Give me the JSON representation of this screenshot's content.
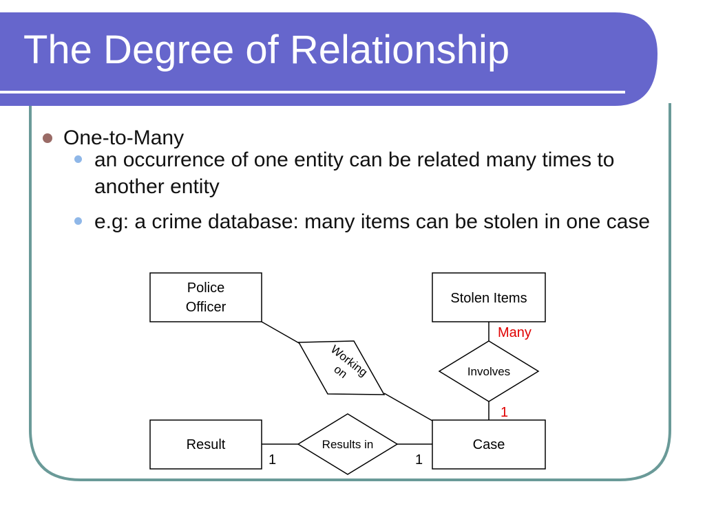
{
  "slide": {
    "title": "The Degree of Relationship",
    "colors": {
      "title_band": "#6666cc",
      "frame": "#6a9a98",
      "underline": "#ffffff",
      "label_red": "#e00000",
      "bullet1": "#9a6b66",
      "bullet2": "#8fb7e8"
    }
  },
  "bullets": {
    "level1": {
      "text": "One-to-Many",
      "icon": "circle-bullet"
    },
    "level2": [
      {
        "text": "an occurrence of one entity can be related many times to another entity"
      },
      {
        "text": "e.g: a crime database: many items can be stolen in one case"
      }
    ]
  },
  "diagram": {
    "entities": {
      "police_officer": [
        "Police",
        "Officer"
      ],
      "stolen_items": "Stolen Items",
      "result": "Result",
      "case": "Case"
    },
    "relationships": {
      "working_on": [
        "Working",
        "on"
      ],
      "involves": "Involves",
      "results_in": "Results in"
    },
    "cardinalities": {
      "stolen_items_side": "Many",
      "case_side_involves": "1",
      "result_side": "1",
      "case_side_results": "1"
    }
  }
}
